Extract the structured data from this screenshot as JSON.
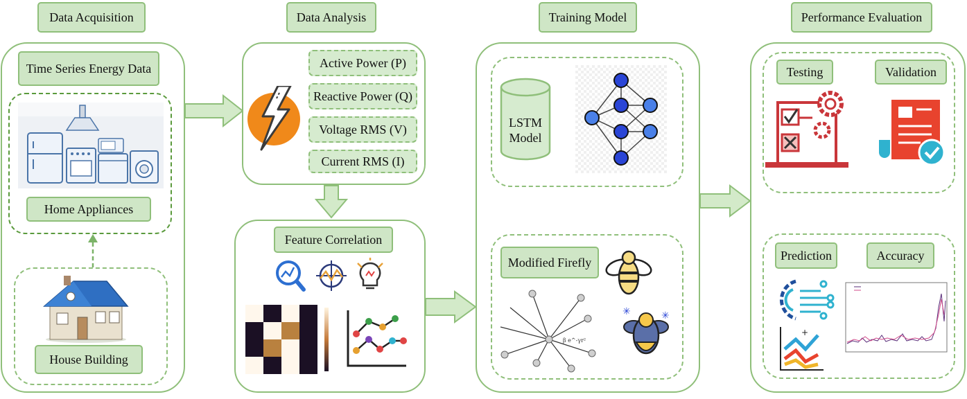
{
  "headers": {
    "acquisition": "Data Acquisition",
    "analysis": "Data Analysis",
    "training": "Training Model",
    "evaluation": "Performance Evaluation"
  },
  "acquisition": {
    "time_series": "Time Series Energy Data",
    "home_appliances": "Home Appliances",
    "house_building": "House Building"
  },
  "analysis": {
    "features": [
      "Active Power (P)",
      "Reactive Power (Q)",
      "Voltage RMS (V)",
      "Current RMS (I)"
    ],
    "feature_correlation": "Feature Correlation"
  },
  "training": {
    "lstm": "LSTM Model",
    "firefly": "Modified Firefly"
  },
  "evaluation": {
    "testing": "Testing",
    "validation": "Validation",
    "prediction": "Prediction",
    "accuracy": "Accuracy"
  },
  "colors": {
    "panel_border": "#8fbf7a",
    "label_fill": "#cfe6c6",
    "arrow_fill": "#d3eac9",
    "lightning_orange": "#f0891a",
    "network_node": "#2a45d6",
    "testing_red": "#c9363a",
    "validation_red": "#e8432e",
    "check_teal": "#2fb2cf"
  }
}
